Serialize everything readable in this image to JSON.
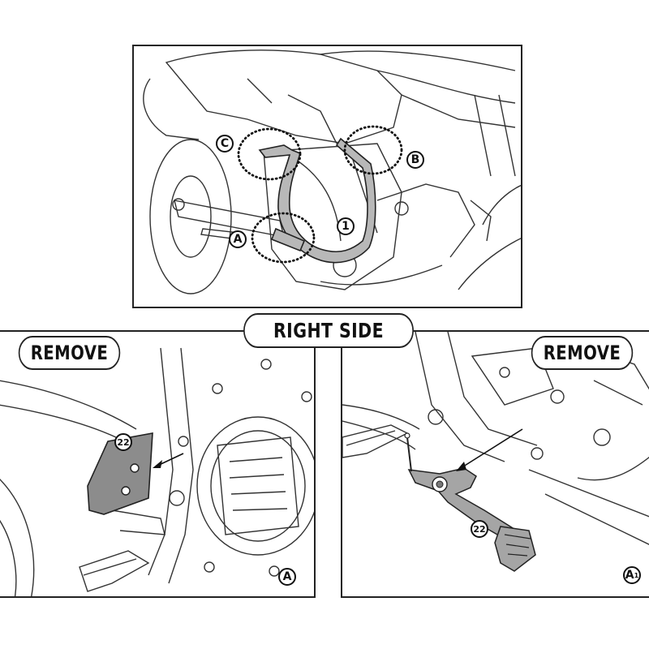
{
  "title": "RIGHT SIDE",
  "panels": {
    "left": {
      "label": "REMOVE",
      "view_marker": "A"
    },
    "right": {
      "label": "REMOVE",
      "view_marker": "A",
      "view_marker_sub": "1"
    }
  },
  "callouts": {
    "top": {
      "c": "C",
      "b": "B",
      "a": "A",
      "part": "1"
    },
    "left_part": "22",
    "right_part": "22"
  },
  "colors": {
    "line": "#222222",
    "part_fill": "#8c8c8c",
    "background": "#ffffff"
  }
}
